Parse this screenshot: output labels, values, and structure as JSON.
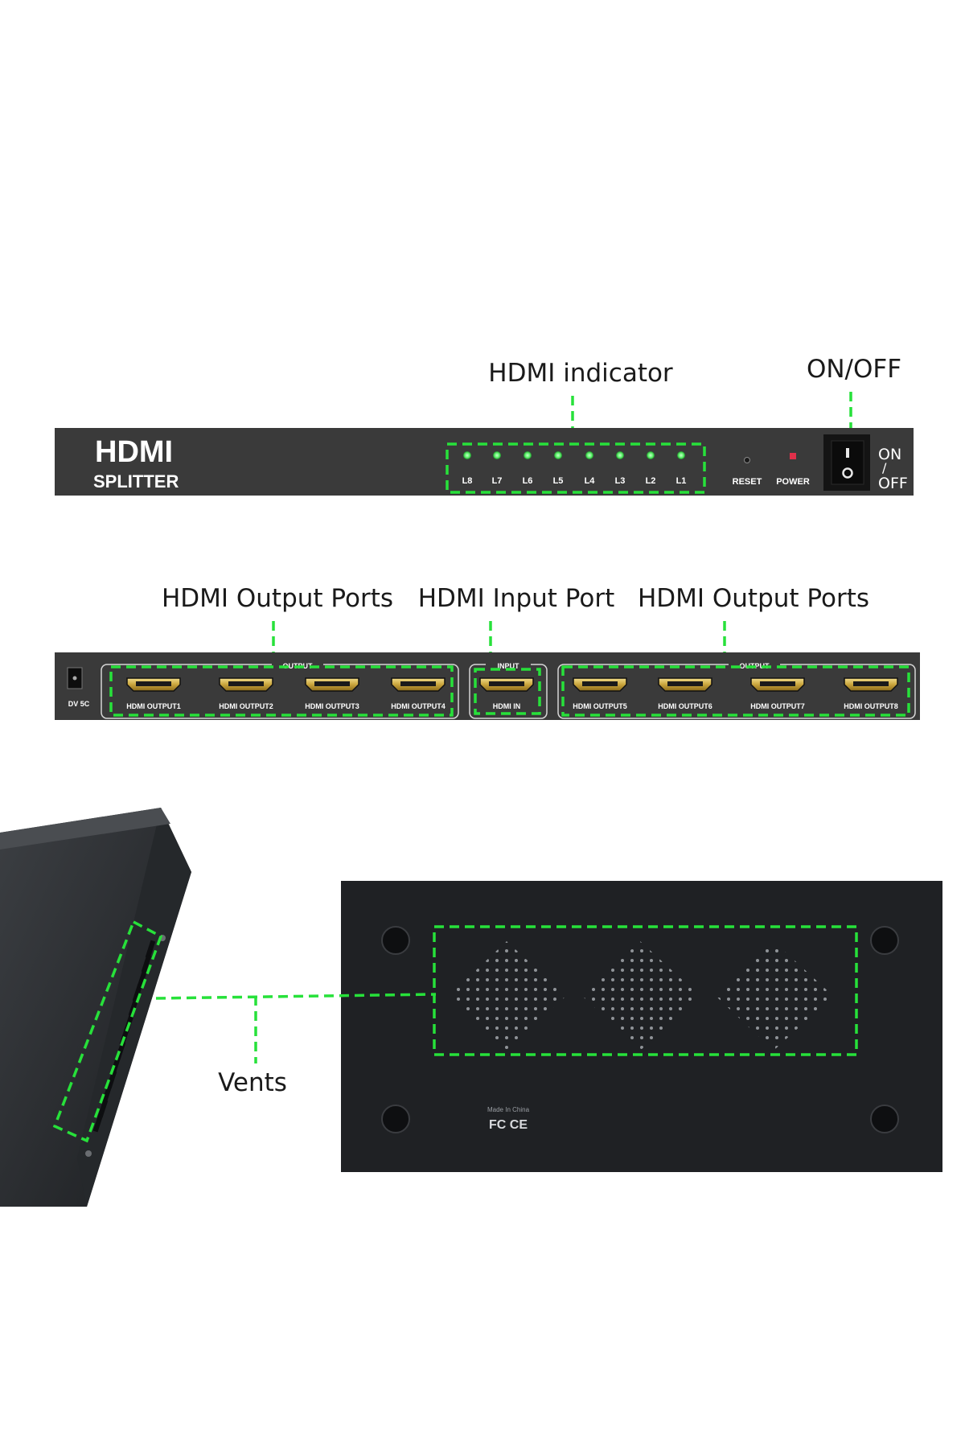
{
  "callouts": {
    "hdmi_indicator": "HDMI indicator",
    "on_off": "ON/OFF",
    "output_ports_left": "HDMI Output Ports",
    "input_port": "HDMI Input Port",
    "output_ports_right": "HDMI Output Ports",
    "vents": "Vents"
  },
  "front_panel": {
    "brand_line1": "HDMI",
    "brand_line2": "SPLITTER",
    "leds": [
      "L8",
      "L7",
      "L6",
      "L5",
      "L4",
      "L3",
      "L2",
      "L1"
    ],
    "reset": "RESET",
    "power": "POWER",
    "switch_on": "ON",
    "switch_off": "OFF",
    "switch_slash": "/"
  },
  "rear_panel": {
    "dc": "DV 5C",
    "output_group": "OUTPUT",
    "input_group": "INPUT",
    "ports_left": [
      "HDMI OUTPUT1",
      "HDMI OUTPUT2",
      "HDMI OUTPUT3",
      "HDMI OUTPUT4"
    ],
    "port_in": "HDMI IN",
    "ports_right": [
      "HDMI OUTPUT5",
      "HDMI OUTPUT6",
      "HDMI OUTPUT7",
      "HDMI OUTPUT8"
    ]
  },
  "bottom_panel": {
    "made_in": "Made In China",
    "cert": "FC CE"
  },
  "colors": {
    "accent_green": "#27e13a",
    "panel_dark": "#3a3a3a",
    "led_green": "#5cf06a",
    "power_red": "#e0304a"
  }
}
